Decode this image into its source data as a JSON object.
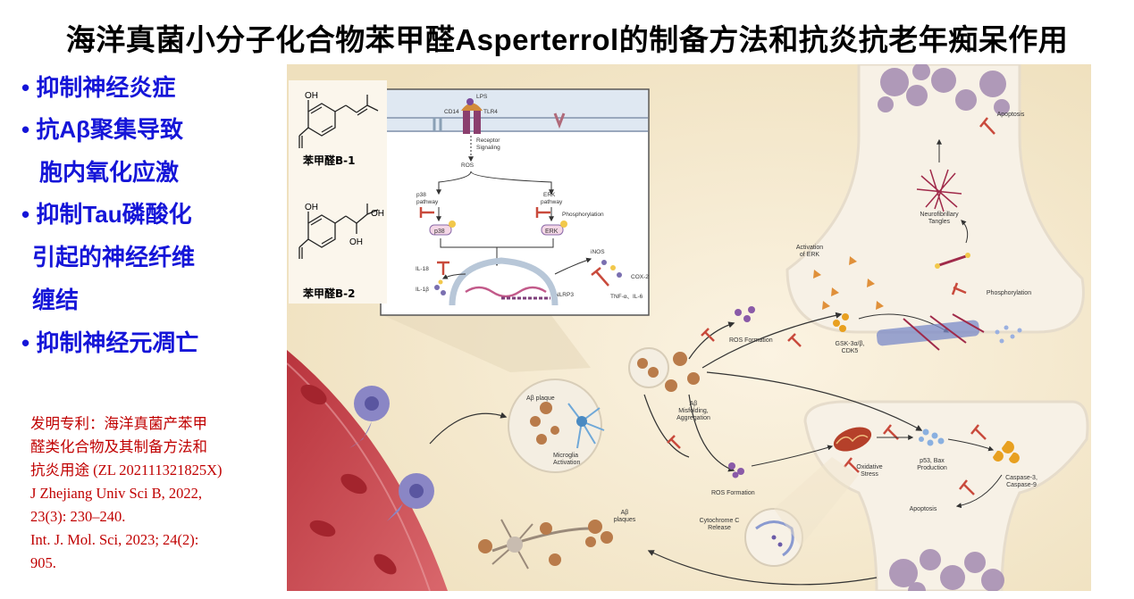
{
  "title": "海洋真菌小分子化合物苯甲醛Asperterrol的制备方法和抗炎抗老年痴呆作用",
  "bullets": [
    {
      "marker": "•",
      "lines": [
        "抑制神经炎症"
      ]
    },
    {
      "marker": "•",
      "lines": [
        "抗Aβ聚集导致",
        "胞内氧化应激"
      ]
    },
    {
      "marker": "•",
      "lines": [
        "抑制Tau磷酸化",
        "引起的神经纤维",
        "缠结"
      ]
    },
    {
      "marker": "•",
      "lines": [
        "抑制神经元凋亡"
      ]
    }
  ],
  "references": [
    "发明专利：海洋真菌产苯甲",
    "醛类化合物及其制备方法和",
    "抗炎用途 (ZL 202111321825X)",
    "J Zhejiang Univ Sci B, 2022,",
    "23(3): 230–240.",
    "Int. J. Mol. Sci, 2023; 24(2):",
    "905."
  ],
  "compounds": {
    "b1_label": "苯甲醛B-1",
    "b2_label": "苯甲醛B-2",
    "oh": "OH"
  },
  "inset": {
    "lps": "LPS",
    "cd14": "CD14",
    "tlr4": "TLR4",
    "receptor": "Receptor",
    "signaling": "Signaling",
    "ros": "ROS",
    "p38_pathway_1": "p38",
    "p38_pathway_2": "pathway",
    "erk_pathway_1": "ERK",
    "erk_pathway_2": "pathway",
    "phosphorylation": "Phosphorylation",
    "p38": "p38",
    "erk": "ERK",
    "il18": "IL-18",
    "il1b": "IL-1β",
    "nlrp3": "NLRP3",
    "inos": "iNOS",
    "cox2": "COX-2",
    "tnf": "TNF-α、IL-6"
  },
  "diagram": {
    "apoptosis_top": "Apoptosis",
    "neurofibrillary_1": "Neurofibrillary",
    "neurofibrillary_2": "Tangles",
    "activation_erk_1": "Activation",
    "activation_erk_2": "of ERK",
    "phosphorylation": "Phosphorylation",
    "ros_formation_1": "ROS Formation",
    "gsk_1": "GSK-3α/β,",
    "gsk_2": "CDK5",
    "abeta_plaque": "Aβ plaque",
    "microglia_1": "Microglia",
    "microglia_2": "Activation",
    "ab_mis_1": "Aβ",
    "ab_mis_2": "Misfolding,",
    "ab_mis_3": "Aggregation",
    "p53_1": "p53, Bax",
    "p53_2": "Production",
    "oxidative_1": "Oxidative",
    "oxidative_2": "Stress",
    "caspase_1": "Caspase-3,",
    "caspase_2": "Caspase-9",
    "ros_formation_2": "ROS Formation",
    "apoptosis_bottom": "Apoptosis",
    "cyto_1": "Cytochrome C",
    "cyto_2": "Release",
    "ab_plaques_1": "Aβ",
    "ab_plaques_2": "plaques"
  },
  "colors": {
    "title": "#000000",
    "bullets": "#1515d8",
    "references": "#c00000",
    "figure_bg": "#f6ecd6",
    "vessel": "#c8454c",
    "inhibitor": "#c94a3c"
  }
}
